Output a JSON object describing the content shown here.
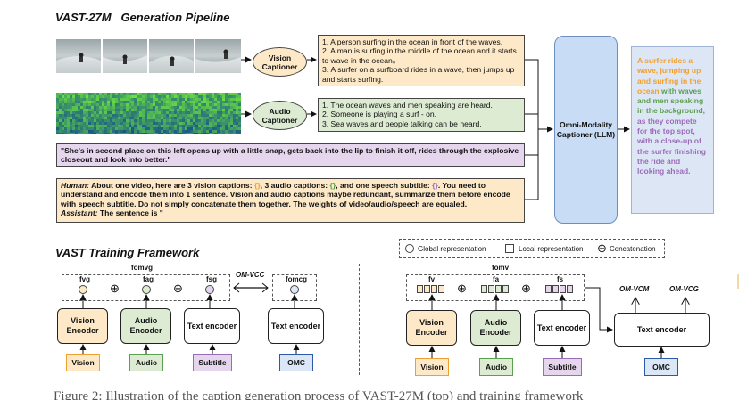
{
  "top": {
    "title": "VAST-27M   Generation Pipeline",
    "vision_captioner": "Vision\nCaptioner",
    "audio_captioner": "Audio\nCaptioner",
    "vision_captions": "1. A person surfing in the ocean in front of the waves.\n2. A man is surfing in the middle of the ocean and it starts to wave in the ocean。\n3. A surfer on a surfboard rides in a wave, then jumps up and starts surfing.",
    "audio_captions": "1. The ocean waves and men speaking are heard.\n2. Someone is playing a surf - on.\n3. Sea waves and people talking can be heard.",
    "subtitle": "\"She's in second place on this left opens up with a little snap, gets back into the lip to finish it off, rides through the explosive closeout and look into better.\"",
    "prompt_human_label": "Human:",
    "prompt_body_a": " About one video, here are 3 vision captions: ",
    "prompt_ph": "{}",
    "prompt_body_b": ", 3 audio captions: ",
    "prompt_body_c": ", and one speech subtitle: ",
    "prompt_body_d": ". You need to understand and encode them into 1 sentence. Vision and audio captions maybe redundant, summarize them before encode with speech subtitle. Do not simply concatenate them together. The weights of video/audio/speech are equaled.",
    "prompt_assistant_label": "Assistant:",
    "prompt_assistant_text": " The sentence is \"",
    "omni_captioner": "Omni-Modality\nCaptioner (LLM)",
    "output_seg1": "A surfer rides a wave, jumping up and surfing in the ocean ",
    "output_seg2": "with waves and men speaking in the background",
    "output_seg3": ", as they compete for the top spot, ",
    "output_seg4": "with a close-up of the surfer finishing the ride and looking ahead",
    "output_seg5": "."
  },
  "bottom": {
    "title": "VAST Training Framework",
    "legend_global": "Global representation",
    "legend_local": "Local representation",
    "legend_concat": "Concatenation",
    "left": {
      "f_omvg": "fomvg",
      "f_vg": "fvg",
      "f_ag": "fag",
      "f_sg": "fsg",
      "f_omcg": "fomcg",
      "om_vcc": "OM-VCC",
      "vision_encoder": "Vision\nEncoder",
      "audio_encoder": "Audio\nEncoder",
      "text_encoder": "Text encoder",
      "text_encoder2": "Text encoder",
      "vision": "Vision",
      "audio": "Audio",
      "subtitle": "Subtitle",
      "omc": "OMC"
    },
    "right": {
      "f_omv": "fomv",
      "f_v": "fv",
      "f_a": "fa",
      "f_s": "fs",
      "om_vcm": "OM-VCM",
      "om_vcg": "OM-VCG",
      "vision_encoder": "Vision\nEncoder",
      "audio_encoder": "Audio\nEncoder",
      "text_encoder": "Text encoder",
      "text_encoder2": "Text encoder",
      "vision": "Vision",
      "audio": "Audio",
      "subtitle": "Subtitle",
      "omc": "OMC"
    }
  },
  "caption_fragment": "Figure 2: Illustration of the caption generation process of VAST-27M (top) and training framework",
  "colors": {
    "orange": "#f0a030",
    "green": "#5aa050",
    "purple": "#9a6cb8",
    "blue": "#2a5aa8"
  }
}
